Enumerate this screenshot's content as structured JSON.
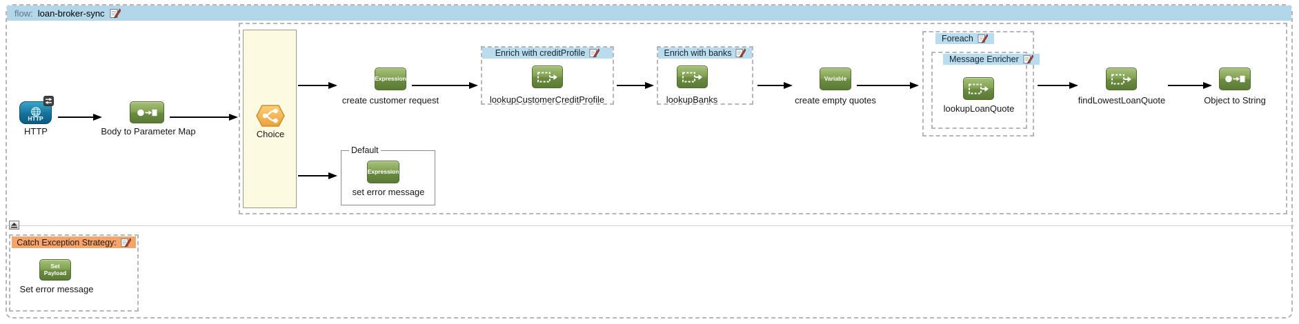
{
  "flow": {
    "prefix": "flow:",
    "name": "loan-broker-sync"
  },
  "palette": {
    "flow_header_bg": "#b2d7e9",
    "scope_header_bg": "#b9dcee",
    "exception_header_bg": "#f5a56b",
    "choice_lane_bg": "#fcfbe2",
    "node_green": "#6b8c41",
    "http_blue": "#16719a",
    "choice_orange": "#eda43c"
  },
  "nodes": {
    "http": {
      "label": "HTTP",
      "icon_caption": "HTTP"
    },
    "body_to_parameter_map": {
      "label": "Body to Parameter Map"
    },
    "choice": {
      "label": "Choice"
    },
    "create_customer_request": {
      "label": "create customer request",
      "icon_caption": "Expression"
    },
    "enrich_credit_profile": {
      "title": "Enrich with creditProfile",
      "child": {
        "label": "lookupCustomerCreditProfile"
      }
    },
    "enrich_banks": {
      "title": "Enrich with banks",
      "child": {
        "label": "lookupBanks"
      }
    },
    "create_empty_quotes": {
      "label": "create empty quotes",
      "icon_caption": "Variable"
    },
    "foreach": {
      "title": "Foreach"
    },
    "message_enricher": {
      "title": "Message Enricher",
      "child": {
        "label": "lookupLoanQuote"
      }
    },
    "find_lowest_loan_quote": {
      "label": "findLowestLoanQuote"
    },
    "object_to_string": {
      "label": "Object to String"
    },
    "default_branch": {
      "legend": "Default",
      "icon_caption": "Expression",
      "label": "set error message"
    }
  },
  "exception_strategy": {
    "title": "Catch Exception Strategy:",
    "icon_caption": "Set Payload",
    "label": "Set error message"
  }
}
